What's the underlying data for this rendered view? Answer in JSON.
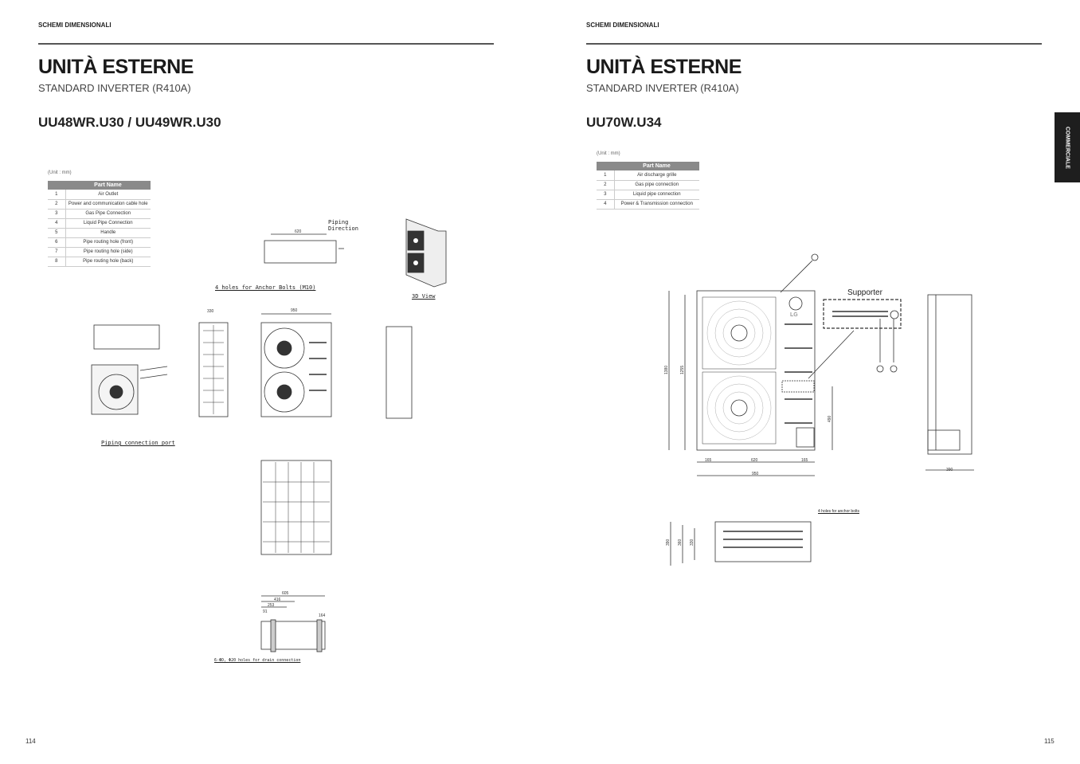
{
  "left": {
    "section": "SCHEMI DIMENSIONALI",
    "title": "UNITÀ ESTERNE",
    "subtitle": "STANDARD INVERTER (R410A)",
    "model": "UU48WR.U30 / UU49WR.U30",
    "unit": "(Unit : mm)",
    "table_header": "Part Name",
    "parts": [
      {
        "n": "1",
        "name": "Air Outlet"
      },
      {
        "n": "2",
        "name": "Power and communication cable hole"
      },
      {
        "n": "3",
        "name": "Gas Pipe Connection"
      },
      {
        "n": "4",
        "name": "Liquid Pipe Connection"
      },
      {
        "n": "5",
        "name": "Handle"
      },
      {
        "n": "6",
        "name": "Pipe routing hole (front)"
      },
      {
        "n": "7",
        "name": "Pipe routing hole (side)"
      },
      {
        "n": "8",
        "name": "Pipe routing hole (back)"
      }
    ],
    "labels": {
      "piping_direction": "Piping Direction",
      "anchor": "4 holes for Anchor Bolts (M10)",
      "view3d": "3D View",
      "piping_port": "Piping connection port",
      "drain": "6-ΦD, Φ20 holes for drain connection"
    },
    "dims": {
      "top_w": "620",
      "front_w": "950",
      "side_w": "330",
      "bot_a": "605",
      "bot_b": "416",
      "bot_c": "253",
      "bot_d": "91",
      "bot_e": "164"
    },
    "page": "114"
  },
  "right": {
    "section": "SCHEMI DIMENSIONALI",
    "title": "UNITÀ ESTERNE",
    "subtitle": "STANDARD INVERTER (R410A)",
    "model": "UU70W.U34",
    "unit": "(Unit : mm)",
    "table_header": "Part Name",
    "parts": [
      {
        "n": "1",
        "name": "Air discharge grille"
      },
      {
        "n": "2",
        "name": "Gas pipe connection"
      },
      {
        "n": "3",
        "name": "Liquid pipe connection"
      },
      {
        "n": "4",
        "name": "Power & Transmission connection"
      }
    ],
    "labels": {
      "supporter": "Supporter",
      "anchor": "4 holes for anchor bolts",
      "logo": "LG"
    },
    "dims": {
      "h1": "1380",
      "h2": "1255",
      "w": "950",
      "w_a": "165",
      "w_mid": "620",
      "w_b": "165",
      "h_pipe": "490",
      "side": "390",
      "t1": "390",
      "t2": "360",
      "t3": "330"
    },
    "page": "115"
  },
  "side_tab": "COMMERCIALE"
}
